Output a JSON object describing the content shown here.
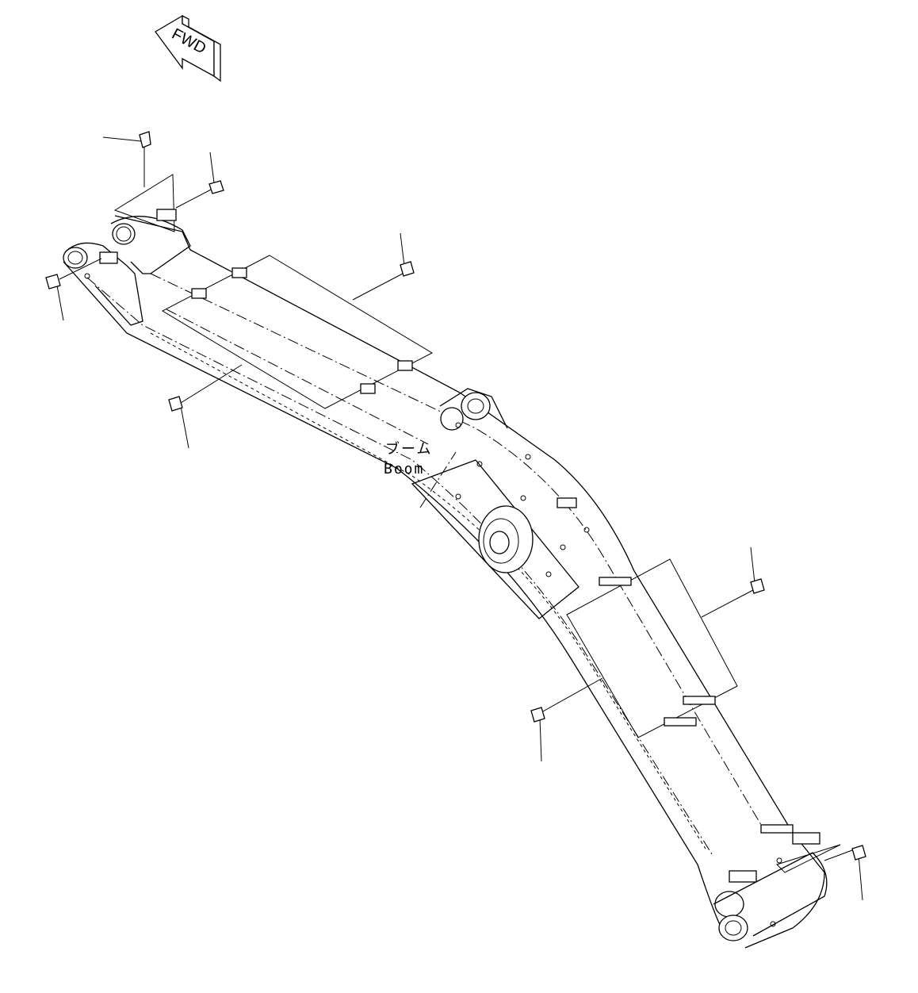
{
  "fwd_label": "FWD",
  "boom_label_jp": "ブーム",
  "boom_label_en": "Boom"
}
